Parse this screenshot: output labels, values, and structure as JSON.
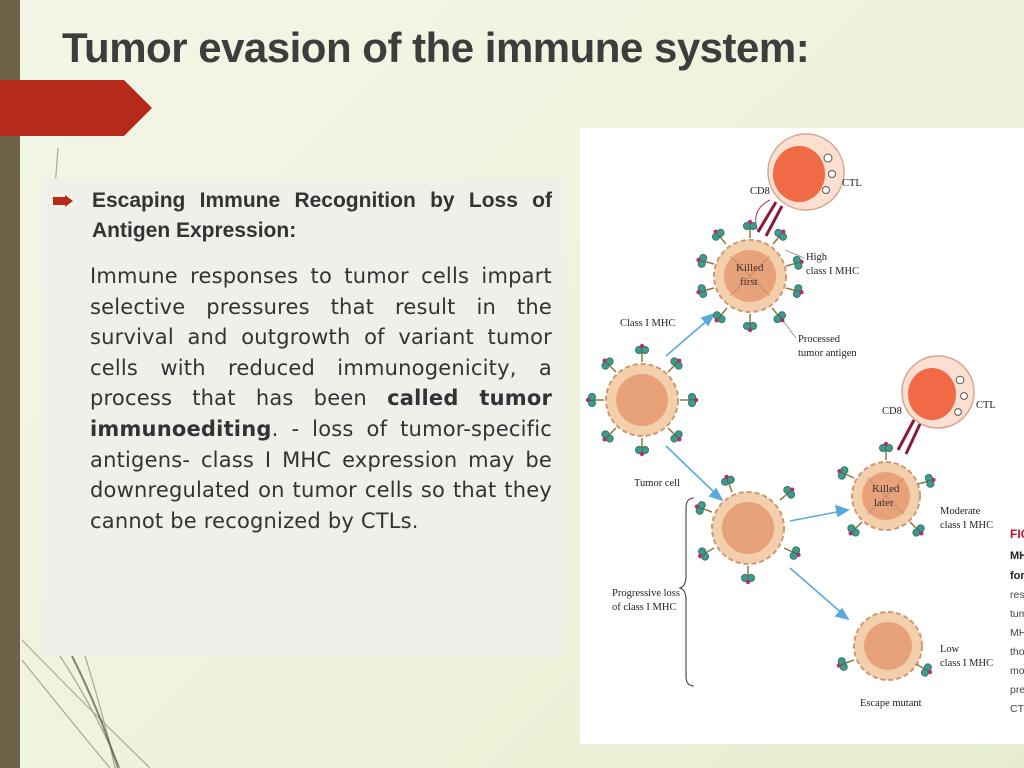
{
  "slide": {
    "title": "Tumor evasion of the immune system:",
    "colors": {
      "accent_red": "#b52a1a",
      "left_bar": "#6f6248",
      "title": "#3d3d3d"
    }
  },
  "content": {
    "heading": "Escaping Immune Recognition by Loss of Antigen Expression:",
    "body_parts": {
      "part1": "Immune responses to tumor cells impart selective pressures that result in the survival and outgrowth of variant tumor cells with reduced immunogenicity, a process that has been ",
      "bold": "called tumor immunoediting",
      "part2": ". - loss of tumor-specific antigens- class I MHC expression may be downregulated on tumor cells so that they cannot be recognized by CTLs."
    }
  },
  "figure": {
    "labels": {
      "cd8_top": "CD8",
      "ctl_top": "CTL",
      "high_1": "High",
      "high_2": "class I MHC",
      "killed_first_1": "Killed",
      "killed_first_2": "first",
      "class_mhc": "Class I MHC",
      "processed_1": "Processed",
      "processed_2": "tumor antigen",
      "tumor_cell": "Tumor cell",
      "cd8_mid": "CD8",
      "ctl_mid": "CTL",
      "killed_later_1": "Killed",
      "killed_later_2": "later",
      "moderate_1": "Moderate",
      "moderate_2": "class I MHC",
      "progressive_1": "Progressive loss",
      "progressive_2": "of class I MHC",
      "low_1": "Low",
      "low_2": "class I MHC",
      "escape": "Escape mutant"
    },
    "caption_fragments": [
      "FIG",
      "MH",
      "for",
      "resp",
      "tum",
      "MH",
      "tho",
      "mo",
      "pre",
      "CTL"
    ]
  }
}
